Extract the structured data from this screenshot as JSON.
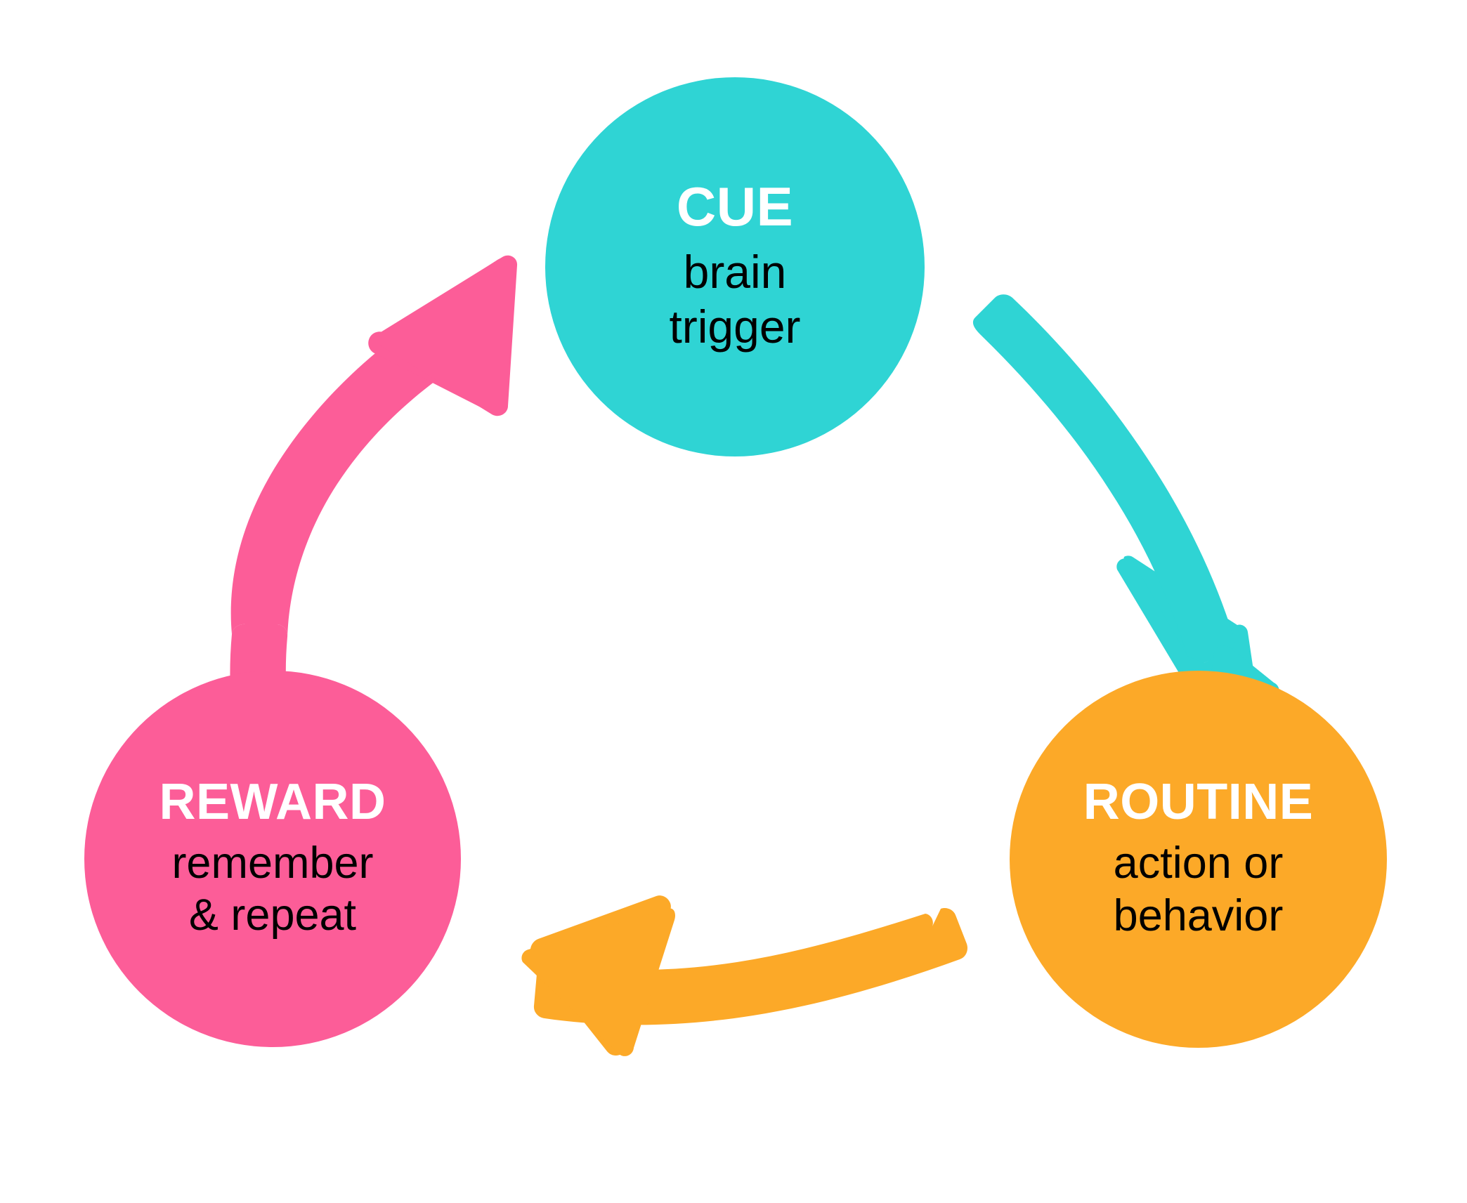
{
  "diagram": {
    "type": "cycle",
    "background": "#ffffff",
    "nodes": [
      {
        "id": "cue",
        "title": "CUE",
        "subtitle_lines": [
          "brain",
          "trigger"
        ],
        "color": "#2fd4d4",
        "title_color": "#ffffff",
        "subtitle_color": "#000000"
      },
      {
        "id": "routine",
        "title": "ROUTINE",
        "subtitle_lines": [
          "action or",
          "behavior"
        ],
        "color": "#fca928",
        "title_color": "#ffffff",
        "subtitle_color": "#000000"
      },
      {
        "id": "reward",
        "title": "REWARD",
        "subtitle_lines": [
          "remember",
          "& repeat"
        ],
        "color": "#fc5d98",
        "title_color": "#ffffff",
        "subtitle_color": "#000000"
      }
    ],
    "arrows": [
      {
        "id": "cue-to-routine",
        "from": "cue",
        "to": "routine",
        "color": "#2fd4d4",
        "style": "brush-stroke-curved",
        "direction": "down-right"
      },
      {
        "id": "routine-to-reward",
        "from": "routine",
        "to": "reward",
        "color": "#fca928",
        "style": "brush-stroke-curved",
        "direction": "left"
      },
      {
        "id": "reward-to-cue",
        "from": "reward",
        "to": "cue",
        "color": "#fc5d98",
        "style": "brush-stroke-curved",
        "direction": "up-right"
      }
    ]
  }
}
